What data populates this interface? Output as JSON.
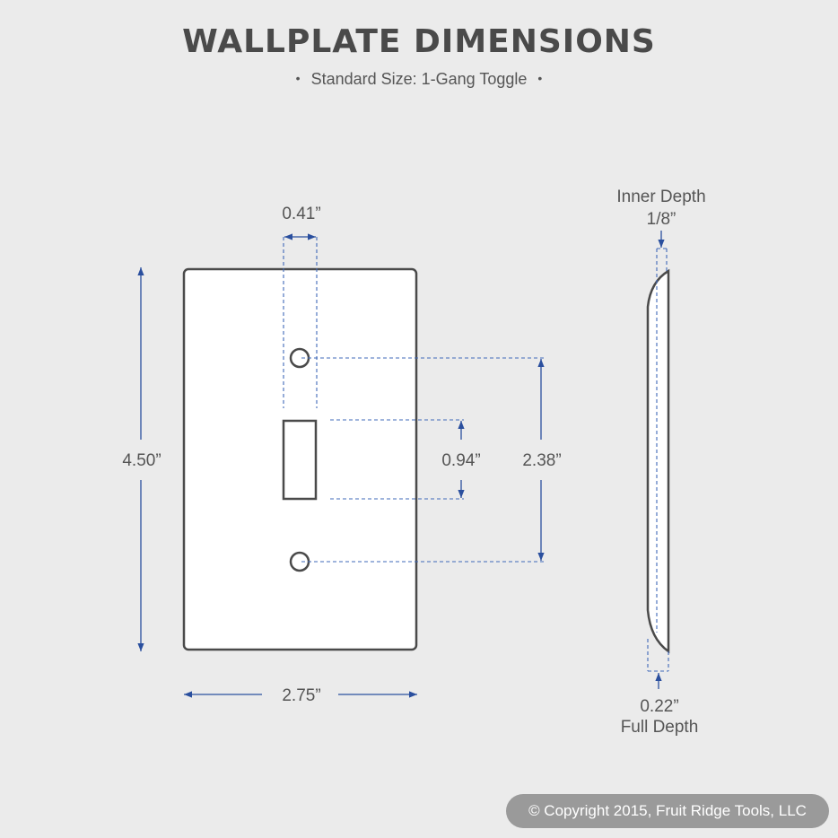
{
  "header": {
    "title": "WALLPLATE DIMENSIONS",
    "subtitle": "Standard Size: 1-Gang Toggle",
    "bullet": "•"
  },
  "front_view": {
    "opening_width": "0.41”",
    "height": "4.50”",
    "width": "2.75”",
    "toggle_height": "0.94”",
    "screw_spacing": "2.38”"
  },
  "side_view": {
    "inner_depth_label": "Inner Depth",
    "inner_depth_value": "1/8”",
    "full_depth_value": "0.22”",
    "full_depth_label": "Full Depth"
  },
  "footer": {
    "copyright": "© Copyright 2015, Fruit Ridge Tools, LLC"
  },
  "colors": {
    "background": "#ebebeb",
    "outline": "#4a4a4a",
    "dimension": "#2a4f9e",
    "badge": "#9a9a9a"
  }
}
